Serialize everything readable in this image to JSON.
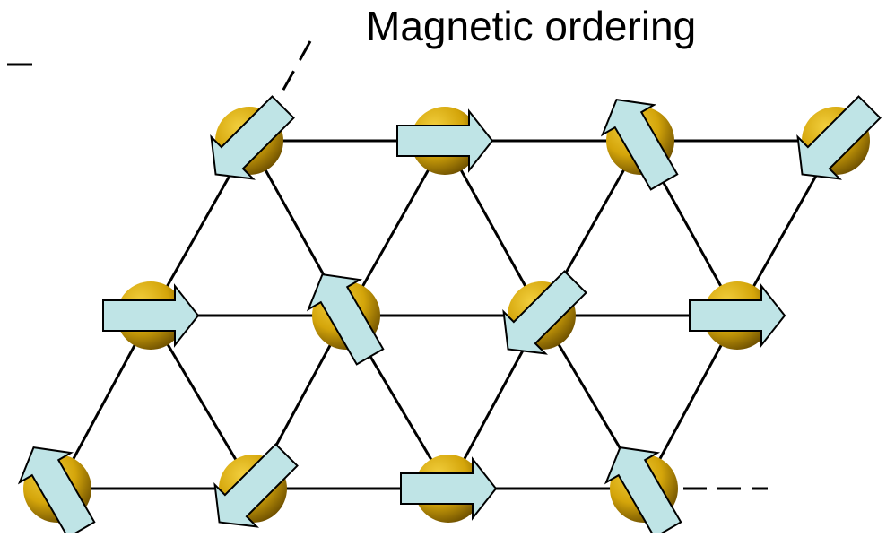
{
  "title": "Magnetic ordering",
  "colors": {
    "background": "#ffffff",
    "bond": "#000000",
    "atom_light": "#f2cf3e",
    "atom_mid": "#d4a50a",
    "atom_dark": "#6e5000",
    "arrow_fill": "#bfe4e6",
    "arrow_stroke": "#000000"
  },
  "lattice": {
    "type": "triangular",
    "rows": 3,
    "cols": 4,
    "spins_deg": [
      [
        225,
        0,
        120,
        225
      ],
      [
        0,
        120,
        225,
        0
      ],
      [
        120,
        225,
        0,
        120
      ]
    ]
  }
}
